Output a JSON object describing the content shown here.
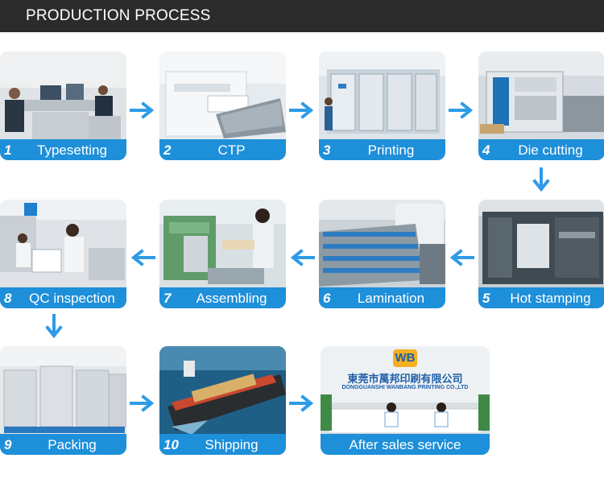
{
  "header": {
    "title": "PRODUCTION PROCESS"
  },
  "steps": [
    {
      "number": "1",
      "label": "Typesetting"
    },
    {
      "number": "2",
      "label": "CTP"
    },
    {
      "number": "3",
      "label": "Printing"
    },
    {
      "number": "4",
      "label": "Die cutting"
    },
    {
      "number": "5",
      "label": "Hot stamping"
    },
    {
      "number": "6",
      "label": "Lamination"
    },
    {
      "number": "7",
      "label": "Assembling"
    },
    {
      "number": "8",
      "label": "QC inspection"
    },
    {
      "number": "9",
      "label": "Packing"
    },
    {
      "number": "10",
      "label": "Shipping"
    },
    {
      "number": "",
      "label": "After sales service"
    }
  ],
  "reception_sign": {
    "logo": "WB",
    "chinese_name": "東莞市萬邦印刷有限公司",
    "english_name": "DONGGUANSHI WANBANG PRINTING CO.,LTD"
  },
  "colors": {
    "header_bg": "#2b2b2b",
    "label_bg": "#1e8fd9",
    "arrow": "#2e9be6"
  },
  "icons": {
    "arrow_right": "arrow-right-icon",
    "arrow_left": "arrow-left-icon",
    "arrow_down": "arrow-down-icon"
  }
}
